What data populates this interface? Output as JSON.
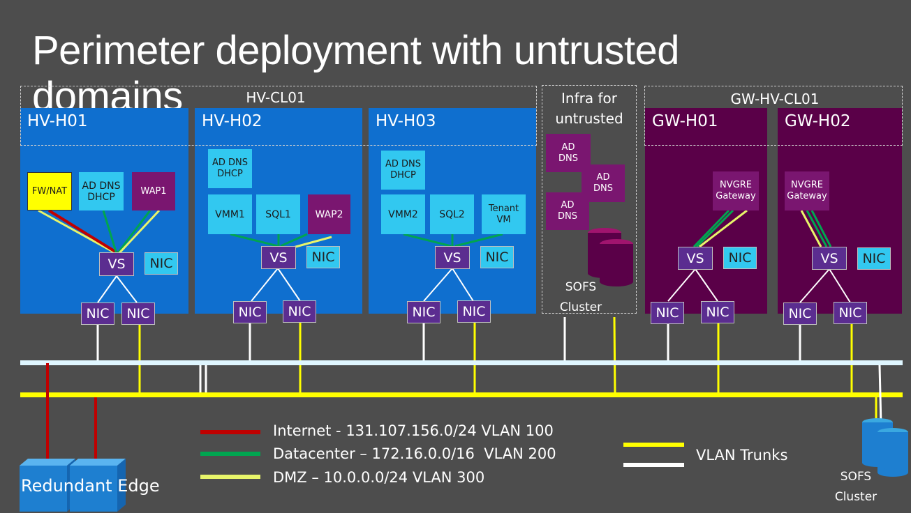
{
  "title": "Perimeter deployment with untrusted domains",
  "clusters": {
    "hv": "HV-CL01",
    "infra": "Infra for untrusted",
    "gw": "GW-HV-CL01"
  },
  "hosts": {
    "h1": "HV-H01",
    "h2": "HV-H02",
    "h3": "HV-H03",
    "g1": "GW-H01",
    "g2": "GW-H02"
  },
  "vms": {
    "fwnat": "FW/NAT",
    "ad_dns_dhcp": "AD DNS DHCP",
    "wap1": "WAP1",
    "wap2": "WAP2",
    "vmm1": "VMM1",
    "vmm2": "VMM2",
    "sql1": "SQL1",
    "sql2": "SQL2",
    "tenant_vm": "Tenant VM",
    "ad_dns": "AD DNS",
    "nvgre": "NVGRE Gateway"
  },
  "vs_label": "VS",
  "nic_label": "NIC",
  "sofs": "SOFS Cluster",
  "edge": "Redundant Edge",
  "legend": {
    "internet": "Internet - 131.107.156.0/24 VLAN 100",
    "datacenter": "Datacenter – 172.16.0.0/16  VLAN 200",
    "dmz": "DMZ – 10.0.0.0/24 VLAN 300",
    "trunks": "VLAN Trunks"
  },
  "colors": {
    "internet": "#c00000",
    "datacenter": "#00a550",
    "dmz": "#e8f56a",
    "trunk_yellow": "#ffff00",
    "trunk_white": "#ffffff",
    "host_blue": "#0f6fcf",
    "host_purple": "#5a0048"
  }
}
